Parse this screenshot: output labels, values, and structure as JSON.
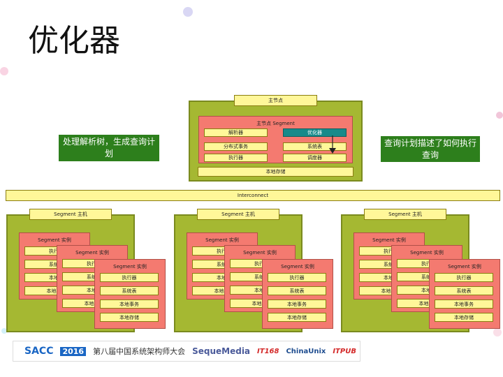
{
  "title": "优化器",
  "master": {
    "label": "主节点",
    "segment_label": "主节点 Segment",
    "cells": [
      "解析器",
      "优化器",
      "分布式事务",
      "系统表",
      "执行器",
      "调度器"
    ],
    "storage": "本地存储"
  },
  "callouts": {
    "left": "处理解析树，生成查询计划",
    "right": "查询计划描述了如何执行查询"
  },
  "interconnect": "Interconnect",
  "segment_host_label": "Segment 主机",
  "segment_instance_label": "Segment 实例",
  "instance_rows": [
    "执行器",
    "系统表",
    "本地事务",
    "本地存储"
  ],
  "instance_rows_partial": [
    "执行",
    "系统",
    "本地",
    "本地存"
  ],
  "footer": {
    "sacc": "SACC",
    "year": "2016",
    "conf": "第八届中国系统架构师大会",
    "sequemedia": "SequeMedia",
    "itpub": "ITPUB",
    "chinaunix": "ChinaUnix",
    "it168": "IT168"
  },
  "colors": {
    "olive": "#a5b832",
    "yellow": "#fff799",
    "salmon": "#f47a70",
    "green": "#2d7f1c",
    "teal": "#178a8a"
  }
}
